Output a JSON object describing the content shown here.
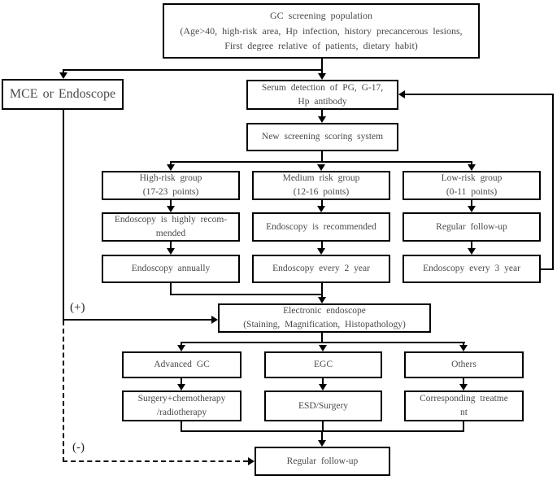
{
  "nodes": {
    "gc_population": "GC screening population\n(Age>40, high-risk area, Hp infection, history precancerous lesions,\nFirst degree relative of patients, dietary habit)",
    "mce_or_endoscope": "MCE or Endoscope",
    "serum_detection": "Serum detection of PG, G-17,\nHp antibody",
    "scoring_system": "New screening scoring system",
    "high_risk": "High-risk group\n(17-23 points)",
    "medium_risk": "Medium risk group\n(12-16 points)",
    "low_risk": "Low-risk group\n(0-11 points)",
    "highly_recommended": "Endoscopy is highly recom-\nmended",
    "recommended": "Endoscopy is recommended",
    "regular_followup_low": "Regular follow-up",
    "endoscopy_annually": "Endoscopy annually",
    "endoscopy_2year": "Endoscopy every 2 year",
    "endoscopy_3year": "Endoscopy every 3 year",
    "electronic_endoscope": "Electronic endoscope\n(Staining, Magnification, Histopathology)",
    "advanced_gc": "Advanced GC",
    "egc": "EGC",
    "others": "Others",
    "surgery_chemo": "Surgery+chemotherapy\n/radiotherapy",
    "esd_surgery": "ESD/Surgery",
    "corresponding_treatment": "Corresponding treatme\nnt",
    "regular_followup_final": "Regular follow-up"
  },
  "edge_labels": {
    "positive": "(+)",
    "negative": "(-)"
  },
  "colors": {
    "border": "#000000",
    "text": "#4a4a4a",
    "background": "#ffffff"
  }
}
